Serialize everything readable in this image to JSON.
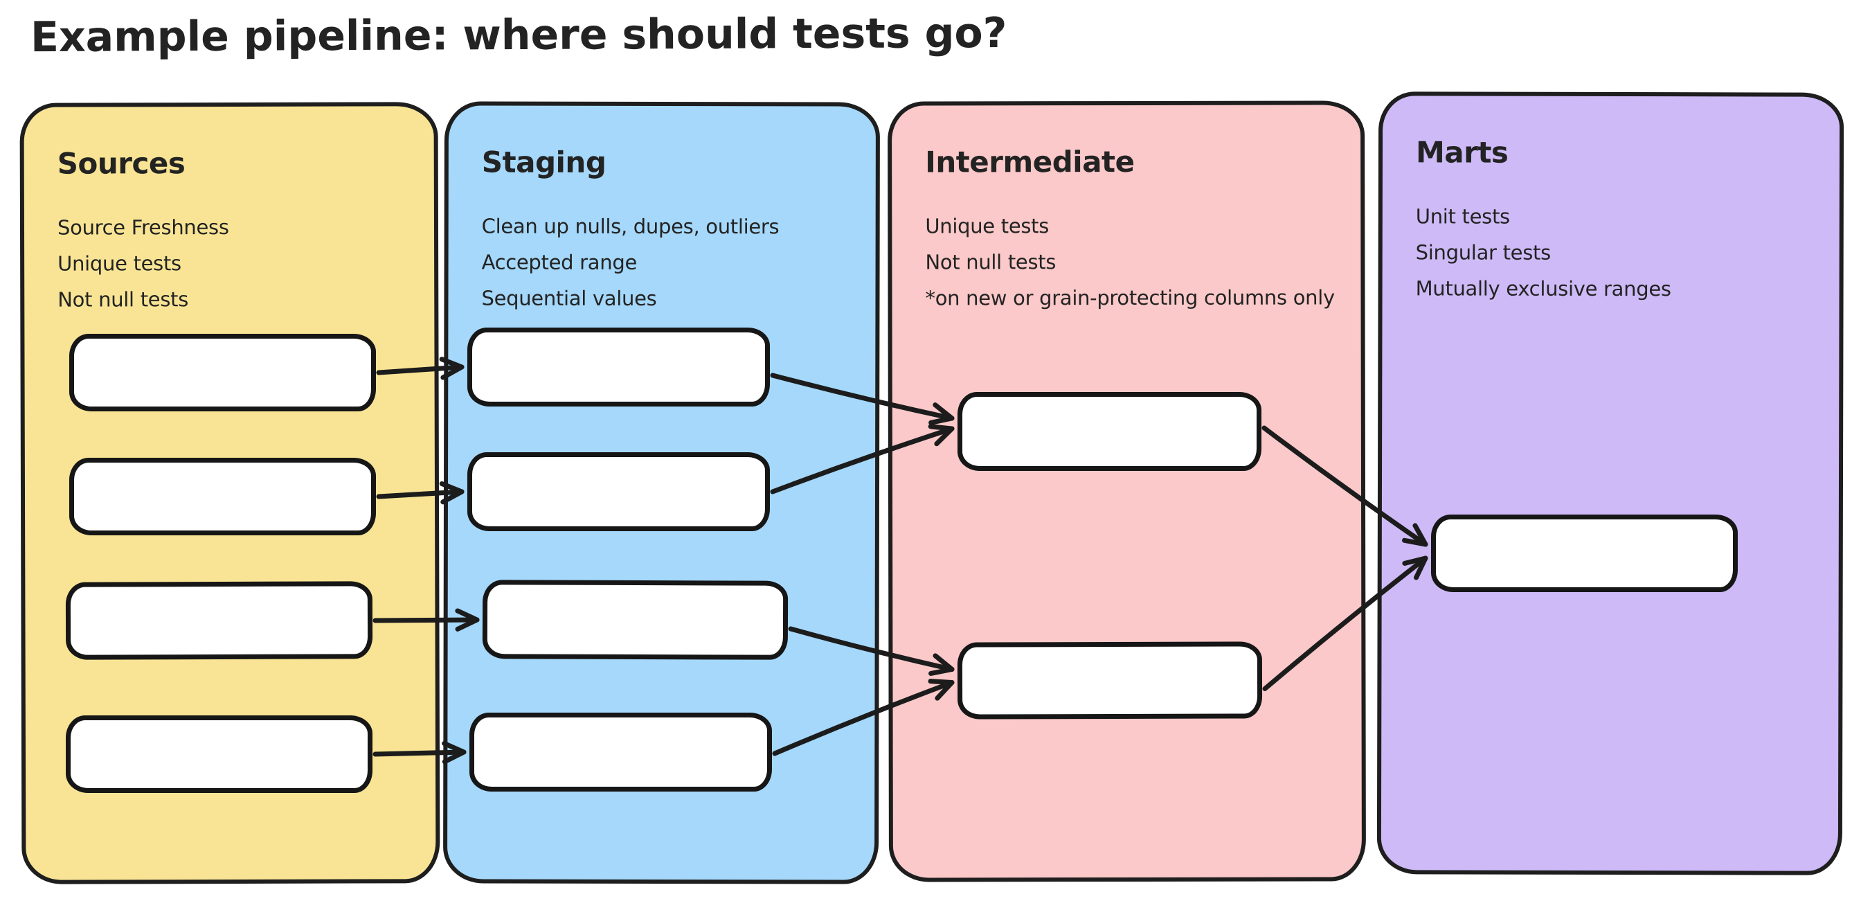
{
  "page": {
    "title": "Example pipeline: where should tests go?",
    "background": "#ffffff",
    "text_color": "#232323"
  },
  "styles": {
    "arrow_stroke": "#1c1c1c",
    "box_fill": "#ffffff",
    "box_stroke": "#161616",
    "panel_stroke": "#1e1e1e"
  },
  "panels": [
    {
      "id": "sources",
      "title": "Sources",
      "fill": "#f8e494",
      "notes": [
        "Source Freshness",
        "Unique tests",
        "Not null tests"
      ]
    },
    {
      "id": "staging",
      "title": "Staging",
      "fill": "#a5d8fa",
      "notes": [
        "Clean up nulls, dupes, outliers",
        "Accepted range",
        "Sequential values"
      ]
    },
    {
      "id": "intermediate",
      "title": "Intermediate",
      "fill": "#fbc9c9",
      "notes": [
        "Unique tests",
        "Not null tests",
        "*on new or grain-protecting columns only"
      ]
    },
    {
      "id": "marts",
      "title": "Marts",
      "fill": "#cdbaf6",
      "notes": [
        "Unit tests",
        "Singular tests",
        "Mutually exclusive ranges"
      ]
    }
  ],
  "nodes": [
    {
      "id": "src-1",
      "panel": "sources"
    },
    {
      "id": "src-2",
      "panel": "sources"
    },
    {
      "id": "src-3",
      "panel": "sources"
    },
    {
      "id": "src-4",
      "panel": "sources"
    },
    {
      "id": "stg-1",
      "panel": "staging"
    },
    {
      "id": "stg-2",
      "panel": "staging"
    },
    {
      "id": "stg-3",
      "panel": "staging"
    },
    {
      "id": "stg-4",
      "panel": "staging"
    },
    {
      "id": "int-1",
      "panel": "intermediate"
    },
    {
      "id": "int-2",
      "panel": "intermediate"
    },
    {
      "id": "mart-1",
      "panel": "marts"
    }
  ],
  "edges": [
    {
      "from": "src-1",
      "to": "stg-1"
    },
    {
      "from": "src-2",
      "to": "stg-2"
    },
    {
      "from": "src-3",
      "to": "stg-3"
    },
    {
      "from": "src-4",
      "to": "stg-4"
    },
    {
      "from": "stg-1",
      "to": "int-1"
    },
    {
      "from": "stg-2",
      "to": "int-1"
    },
    {
      "from": "stg-3",
      "to": "int-2"
    },
    {
      "from": "stg-4",
      "to": "int-2"
    },
    {
      "from": "int-1",
      "to": "mart-1"
    },
    {
      "from": "int-2",
      "to": "mart-1"
    }
  ]
}
